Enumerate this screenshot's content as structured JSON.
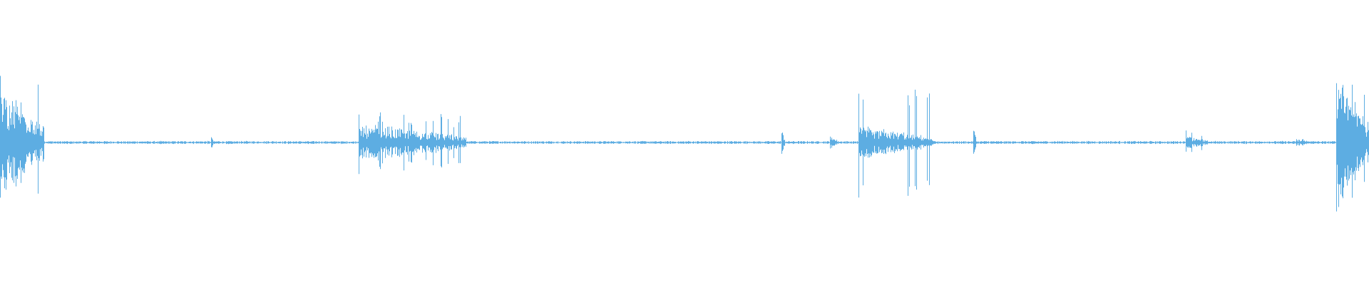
{
  "waveform": {
    "color": "#5dade2",
    "background": "#ffffff",
    "bursts": [
      {
        "pos": 0.0,
        "width": 0.032,
        "amp": 0.52,
        "peak": 0.55
      },
      {
        "pos": 0.154,
        "width": 0.002,
        "amp": 0.05,
        "peak": 0.05
      },
      {
        "pos": 0.262,
        "width": 0.078,
        "amp": 0.16,
        "peak": 0.27
      },
      {
        "pos": 0.571,
        "width": 0.002,
        "amp": 0.1,
        "peak": 0.1
      },
      {
        "pos": 0.606,
        "width": 0.006,
        "amp": 0.05,
        "peak": 0.06
      },
      {
        "pos": 0.627,
        "width": 0.055,
        "amp": 0.14,
        "peak": 0.46
      },
      {
        "pos": 0.711,
        "width": 0.002,
        "amp": 0.12,
        "peak": 0.12
      },
      {
        "pos": 0.866,
        "width": 0.016,
        "amp": 0.06,
        "peak": 0.1
      },
      {
        "pos": 0.947,
        "width": 0.009,
        "amp": 0.03,
        "peak": 0.03
      },
      {
        "pos": 0.976,
        "width": 0.024,
        "amp": 0.55,
        "peak": 0.6
      }
    ],
    "baseline_noise": 0.01
  }
}
